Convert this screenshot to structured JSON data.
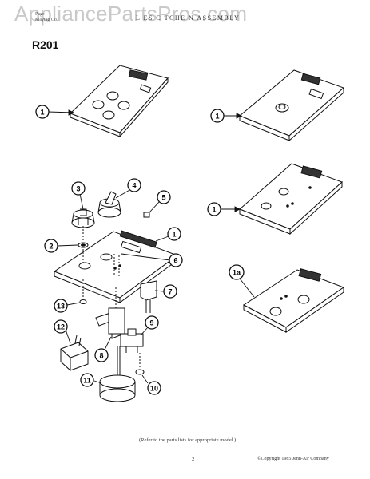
{
  "watermark": "AppliancePartsPros.com",
  "header": {
    "left_line1": "Page",
    "left_line2": "Maytag Co.",
    "title": "L ES C TCHE N ASSEMBLY",
    "model": "R201"
  },
  "callouts": {
    "c1": "1",
    "c1a": "1a",
    "c2": "2",
    "c3": "3",
    "c4": "4",
    "c5": "5",
    "c6": "6",
    "c7": "7",
    "c8": "8",
    "c9": "9",
    "c10": "10",
    "c11": "11",
    "c12": "12",
    "c13": "13"
  },
  "footer": {
    "note": "(Refer to the parts lists for appropriate model.)",
    "page": "2",
    "copyright": "©Copyright 1985 Jenn-Air Company"
  }
}
